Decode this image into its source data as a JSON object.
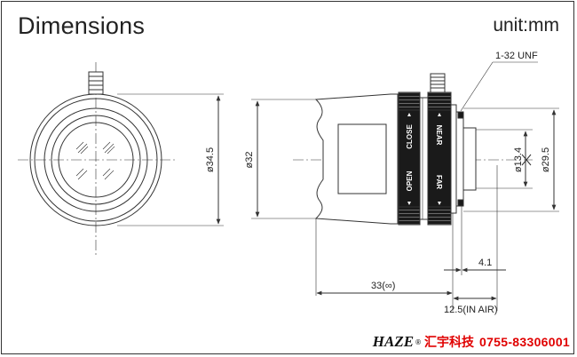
{
  "header": {
    "title": "Dimensions",
    "unit": "unit:mm"
  },
  "dimensions": {
    "front_diameter": "ø34.5",
    "body_diameter": "ø32",
    "mount_diameter": "ø29.5",
    "bore_diameter": "ø13.4",
    "thread": "1-32 UNF",
    "length": "33(∞)",
    "flange_back": "12.5(IN AIR)",
    "offset": "4.1"
  },
  "ring_labels": {
    "iris_close": "CLOSE",
    "iris_open": "OPEN",
    "focus_near": "NEAR",
    "focus_far": "FAR"
  },
  "footer": {
    "brand": "HAZE",
    "registered": "®",
    "company": "汇宇科技",
    "phone": "0755-83306001"
  },
  "colors": {
    "line": "#333333",
    "ring": "#1a1a1a",
    "accent": "#e00000"
  }
}
